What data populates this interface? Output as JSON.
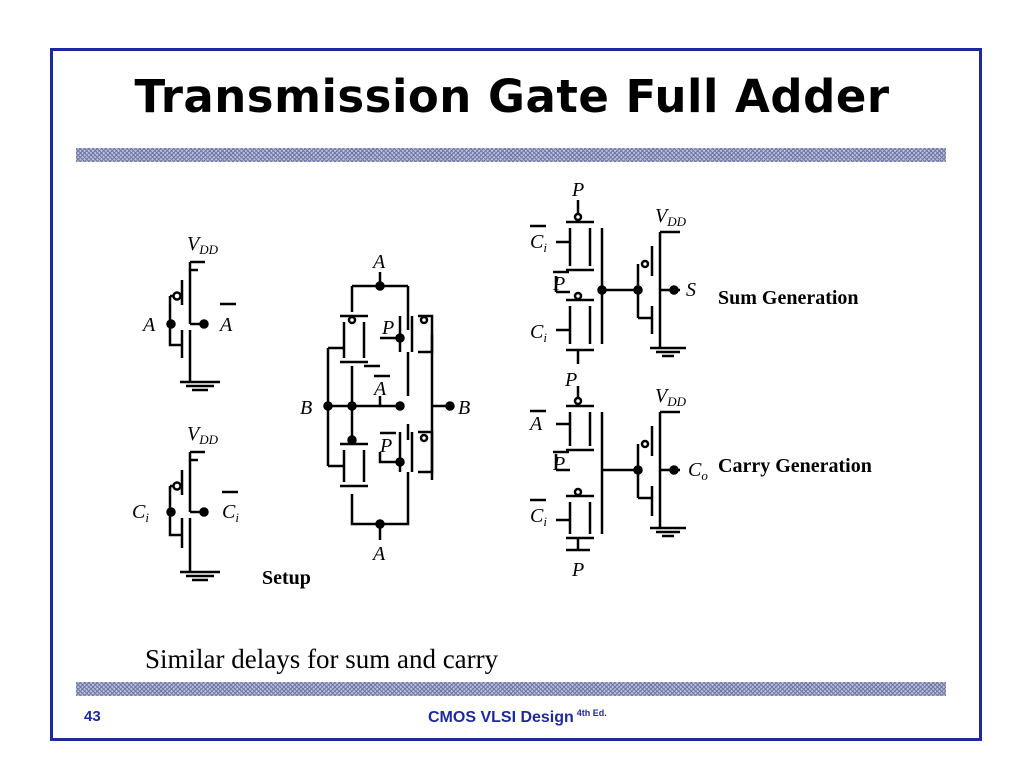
{
  "slide": {
    "title": "Transmission Gate Full Adder",
    "caption": "Similar delays for sum and carry",
    "number": "43",
    "footer": "CMOS VLSI Design",
    "footer_edition": "4th Ed."
  },
  "diagram": {
    "labels": {
      "vdd_v": "V",
      "vdd_sub": "DD",
      "a": "A",
      "b": "B",
      "p": "P",
      "s": "S",
      "c": "C",
      "ci_sub": "i",
      "co_sub": "o",
      "setup": "Setup",
      "sum_generation": "Sum Generation",
      "carry_generation": "Carry Generation"
    }
  },
  "colors": {
    "frame": "#1f2a9a",
    "hatch": "#6f78a8",
    "text": "#000000"
  }
}
